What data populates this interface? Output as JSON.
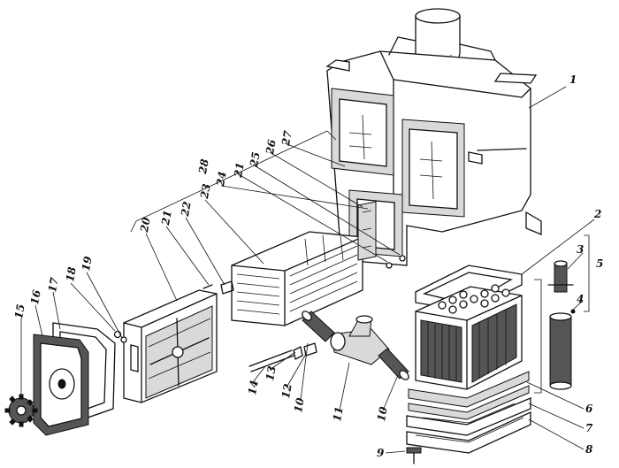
{
  "labels": [
    {
      "id": "l1",
      "text": "1"
    },
    {
      "id": "l2",
      "text": "2"
    },
    {
      "id": "l3",
      "text": "3"
    },
    {
      "id": "l4",
      "text": "4"
    },
    {
      "id": "l5",
      "text": "5"
    },
    {
      "id": "l6",
      "text": "6"
    },
    {
      "id": "l7",
      "text": "7"
    },
    {
      "id": "l8",
      "text": "8"
    },
    {
      "id": "l9",
      "text": "9"
    },
    {
      "id": "l10a",
      "text": "10"
    },
    {
      "id": "l10b",
      "text": "10"
    },
    {
      "id": "l11",
      "text": "11"
    },
    {
      "id": "l12",
      "text": "12"
    },
    {
      "id": "l13",
      "text": "13"
    },
    {
      "id": "l14",
      "text": "14"
    },
    {
      "id": "l15",
      "text": "15"
    },
    {
      "id": "l16",
      "text": "16"
    },
    {
      "id": "l17",
      "text": "17"
    },
    {
      "id": "l18",
      "text": "18"
    },
    {
      "id": "l19",
      "text": "19"
    },
    {
      "id": "l20",
      "text": "20"
    },
    {
      "id": "l21a",
      "text": "21"
    },
    {
      "id": "l21b",
      "text": "21"
    },
    {
      "id": "l22",
      "text": "22"
    },
    {
      "id": "l23",
      "text": "23"
    },
    {
      "id": "l24",
      "text": "24"
    },
    {
      "id": "l25",
      "text": "25"
    },
    {
      "id": "l26",
      "text": "26"
    },
    {
      "id": "l27",
      "text": "27"
    },
    {
      "id": "l28",
      "text": "28"
    }
  ]
}
